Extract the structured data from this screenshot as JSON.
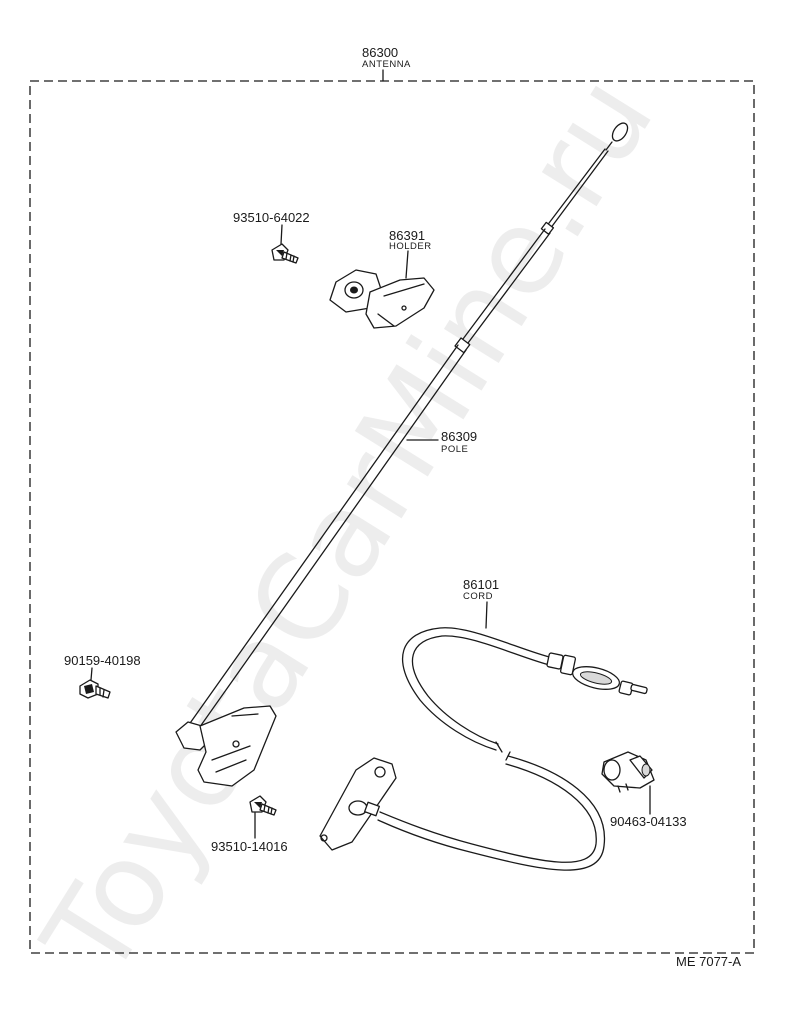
{
  "watermark": "ToyotaCarMine.ru",
  "figure_code": "ME 7077-A",
  "assembly": {
    "part_number": "86300",
    "name": "ANTENNA"
  },
  "parts": {
    "pole": {
      "part_number": "86309",
      "name": "POLE"
    },
    "holder": {
      "part_number": "86391",
      "name": "HOLDER"
    },
    "cord": {
      "part_number": "86101",
      "name": "CORD"
    },
    "screw_top": {
      "part_number": "93510-64022"
    },
    "screw_bottom": {
      "part_number": "93510-14016"
    },
    "bolt": {
      "part_number": "90159-40198"
    },
    "clamp": {
      "part_number": "90463-04133"
    }
  }
}
